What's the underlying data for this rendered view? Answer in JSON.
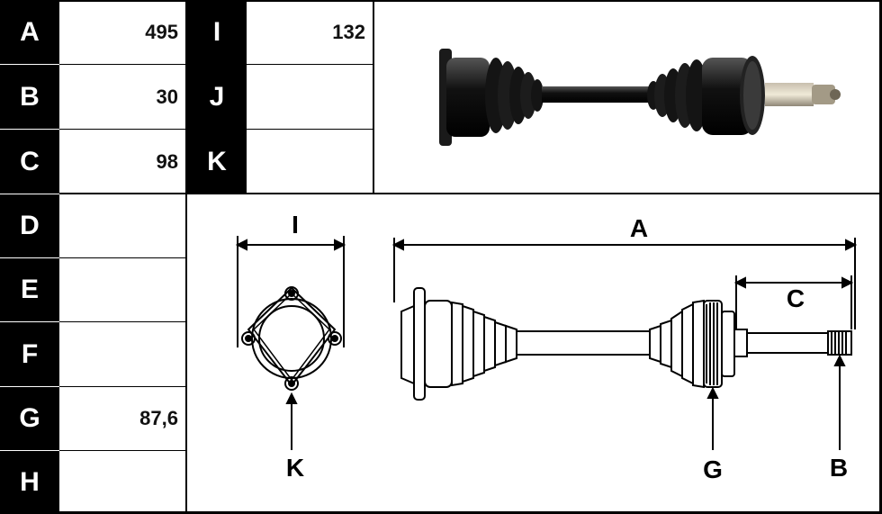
{
  "left_table": [
    {
      "letter": "A",
      "value": "495"
    },
    {
      "letter": "B",
      "value": "30"
    },
    {
      "letter": "C",
      "value": "98"
    },
    {
      "letter": "D",
      "value": ""
    },
    {
      "letter": "E",
      "value": ""
    },
    {
      "letter": "F",
      "value": ""
    },
    {
      "letter": "G",
      "value": "87,6"
    },
    {
      "letter": "H",
      "value": ""
    }
  ],
  "right_table": [
    {
      "letter": "I",
      "value": "132"
    },
    {
      "letter": "J",
      "value": ""
    },
    {
      "letter": "K",
      "value": ""
    }
  ],
  "diagram_labels": {
    "flange_width": "I",
    "flange_hole": "K",
    "overall_length": "A",
    "spline_length": "C",
    "abs_ring": "G",
    "spline_diameter": "B"
  },
  "colors": {
    "ink": "#000000",
    "paper": "#ffffff",
    "shaft": "#1a1a1a"
  }
}
